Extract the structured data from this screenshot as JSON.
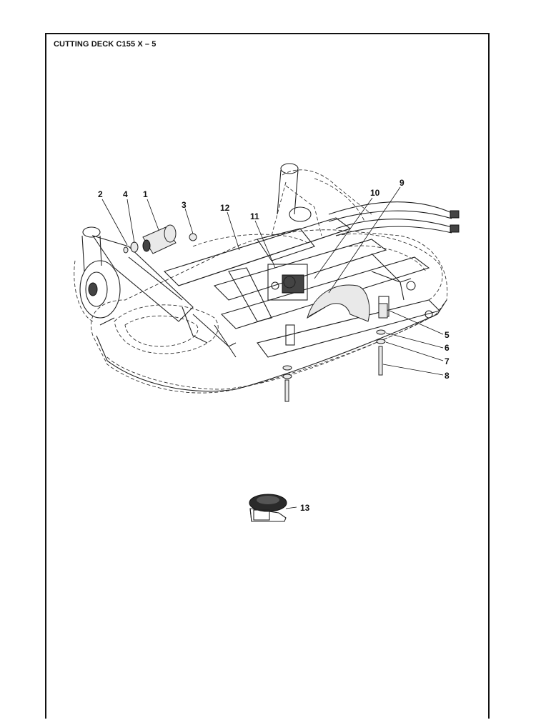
{
  "title": "CUTTING DECK C155 X – 5",
  "callouts": {
    "c1": "1",
    "c2": "2",
    "c3": "3",
    "c4": "4",
    "c5": "5",
    "c6": "6",
    "c7": "7",
    "c8": "8",
    "c9": "9",
    "c10": "10",
    "c11": "11",
    "c12": "12",
    "c13": "13"
  }
}
